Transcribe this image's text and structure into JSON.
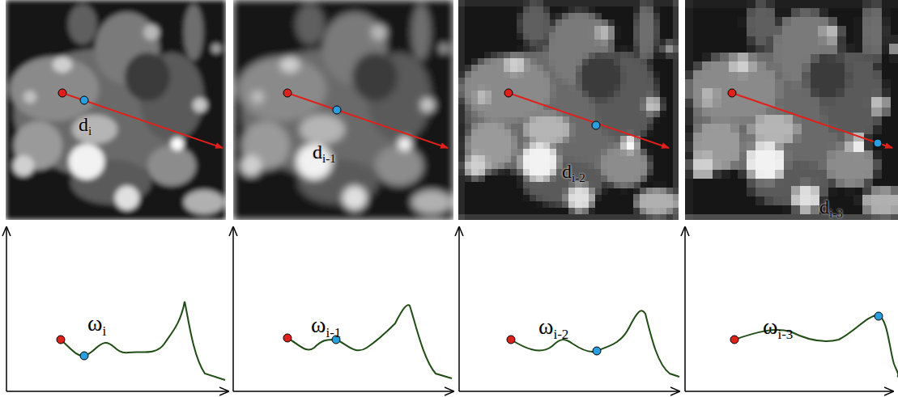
{
  "diagram": {
    "labels": [
      "d",
      "i",
      "d",
      "i-1",
      "d",
      "i-2",
      "d",
      "i-3",
      "ω",
      "i",
      "ω",
      "i-1",
      "ω",
      "i-2",
      "ω",
      "i-3"
    ]
  }
}
